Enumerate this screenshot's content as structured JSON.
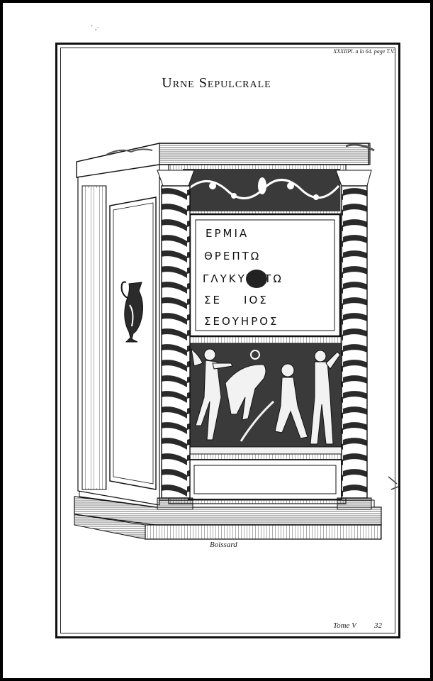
{
  "plate": {
    "reference": "XXXIIPl. a la 64. page T.V.",
    "title": "Urne Sepulcrale",
    "artist": "Boissard",
    "volume": "Tome V",
    "folio": "32"
  },
  "inscription": {
    "lines": [
      "ΕΡΜΙΑ",
      "ΘΡΕΠΤΩ",
      "ΓΛΥΚΥΤΑΤΩ",
      "ΣΕ    ΙΟΣ",
      "ΣΕΟΥΗΡΟΣ"
    ]
  },
  "ornaments": {
    "left_relief_icon": "ewer-icon",
    "frieze_icon": "vine-scroll-icon",
    "relief_icon": "satyr-cupids-relief-icon"
  }
}
